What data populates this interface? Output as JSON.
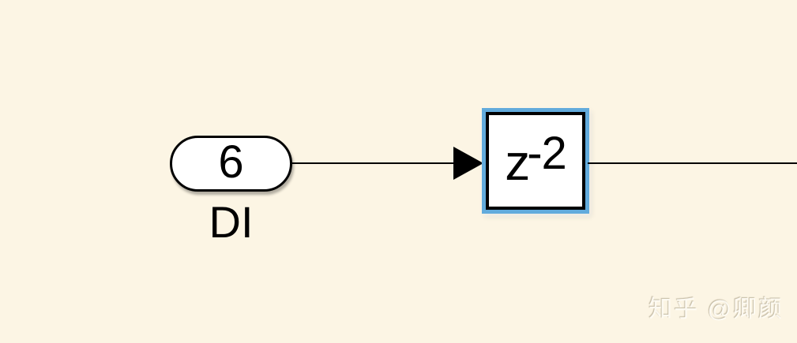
{
  "colors": {
    "background": "#FCF5E4",
    "selection_highlight": "#62ABDC",
    "block_fill": "#FFFFFF",
    "line_and_text": "#000000",
    "watermark": "#FFFDF6"
  },
  "inport": {
    "value": "6",
    "label": "DI"
  },
  "delay_block": {
    "base": "z",
    "exponent": "-2",
    "selected": true
  },
  "watermark": {
    "text": "知乎 @卿颜"
  }
}
